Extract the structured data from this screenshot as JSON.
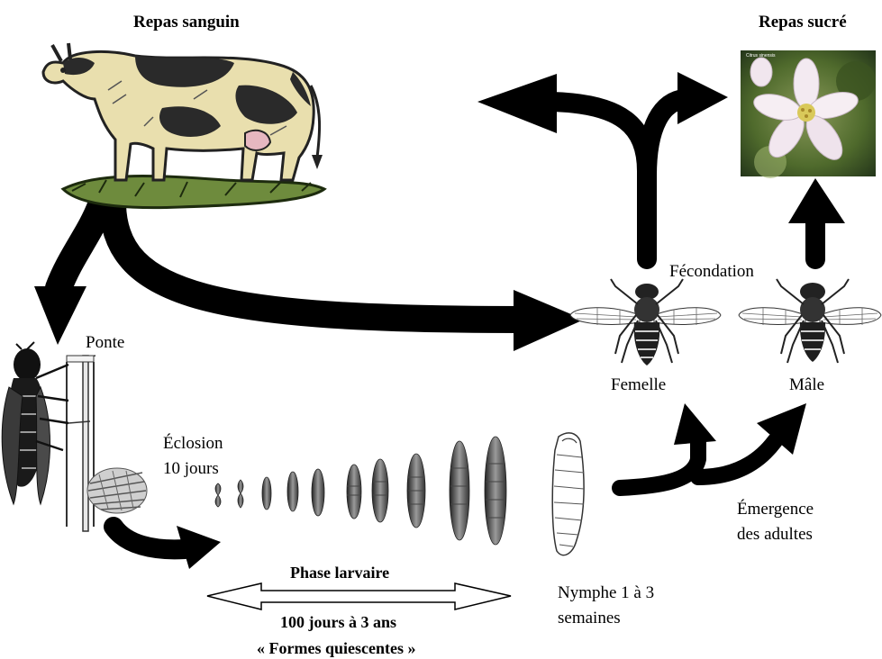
{
  "labels": {
    "blood_meal": "Repas sanguin",
    "sugar_meal": "Repas sucré",
    "laying": "Ponte",
    "fertilization": "Fécondation",
    "female": "Femelle",
    "male": "Mâle",
    "hatching": [
      "Éclosion",
      "10 jours"
    ],
    "larval_phase": "Phase larvaire",
    "larval_duration": "100 jours à 3  ans",
    "quiescent": "« Formes quiescentes »",
    "pupa": [
      "Nymphe 1 à 3",
      "semaines"
    ],
    "emergence": [
      "Émergence",
      "des adultes"
    ]
  },
  "photo_watermark": "Citrus sinensis"
}
